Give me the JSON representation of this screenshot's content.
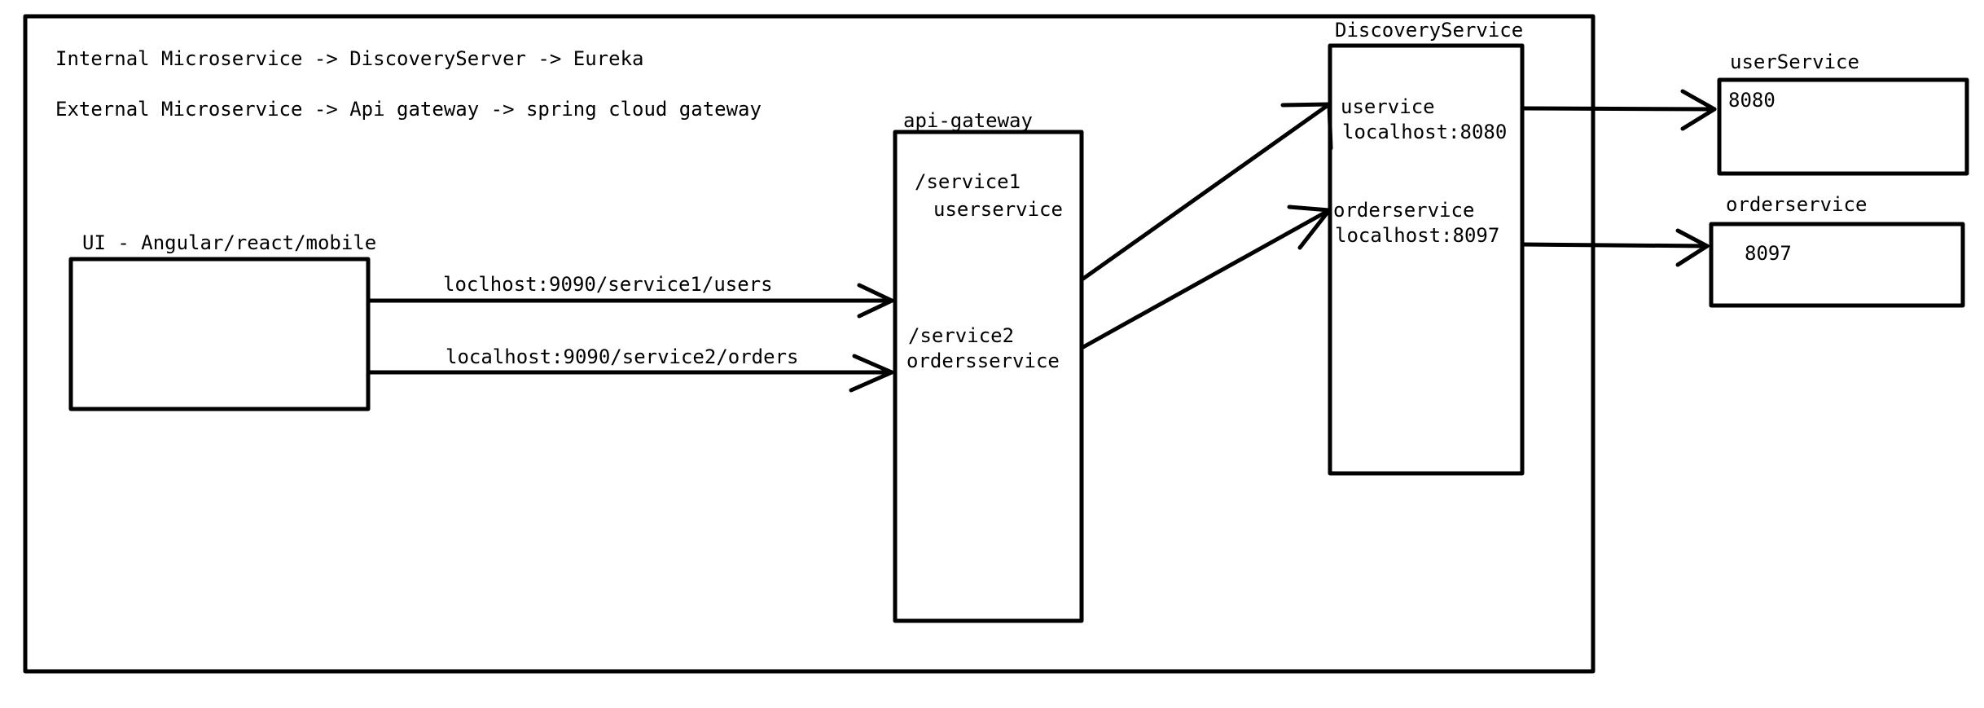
{
  "colors": {
    "ink": "#000000",
    "background": "#ffffff"
  },
  "notes": {
    "internal": "Internal Microservice -> DiscoveryServer -> Eureka",
    "external": "External Microservice -> Api gateway -> spring cloud gateway"
  },
  "ui_box": {
    "label": "UI - Angular/react/mobile"
  },
  "requests": {
    "users": "loclhost:9090/service1/users",
    "orders": "localhost:9090/service2/orders"
  },
  "api_gateway": {
    "label": "api-gateway",
    "route1_path": "/service1",
    "route1_target": "userservice",
    "route2_path": "/service2",
    "route2_target": "ordersservice"
  },
  "discovery_service": {
    "label": "DiscoveryService",
    "entry1_name": "uservice",
    "entry1_host": "localhost:8080",
    "entry2_name": "orderservice",
    "entry2_host": "localhost:8097"
  },
  "user_service": {
    "label": "userService",
    "port": "8080"
  },
  "order_service": {
    "label": "orderservice",
    "port": "8097"
  }
}
